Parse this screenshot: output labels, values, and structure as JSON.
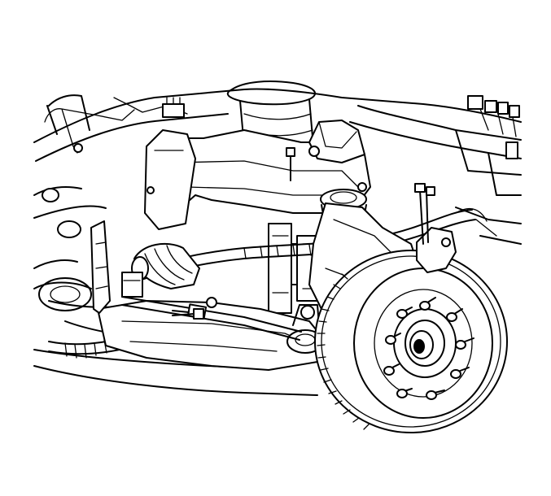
{
  "diagram": {
    "background": "#ffffff",
    "ink": "#000000",
    "style": "black-and-white technical line drawing",
    "components": [
      "frame-rail",
      "upper-control-arm",
      "lower-control-arm",
      "shock-absorber",
      "coil-spring",
      "steering-knuckle",
      "brake-rotor",
      "wheel-hub",
      "wheel-studs",
      "tie-rod",
      "wiring-harness",
      "sensor-bracket",
      "fasteners"
    ]
  }
}
